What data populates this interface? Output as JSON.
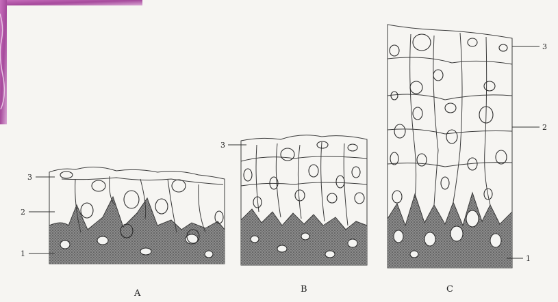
{
  "panels": [
    {
      "letter": "A",
      "callouts": [
        "3",
        "2",
        "1"
      ]
    },
    {
      "letter": "B",
      "callouts": [
        "3"
      ]
    },
    {
      "letter": "C",
      "callouts": [
        "3",
        "2",
        "1"
      ]
    }
  ],
  "colors": {
    "background": "#f6f5f2",
    "ink": "#2a2a2a",
    "basal_layer": "#7c7c7c",
    "corner_tissue": "#b34fa6"
  }
}
